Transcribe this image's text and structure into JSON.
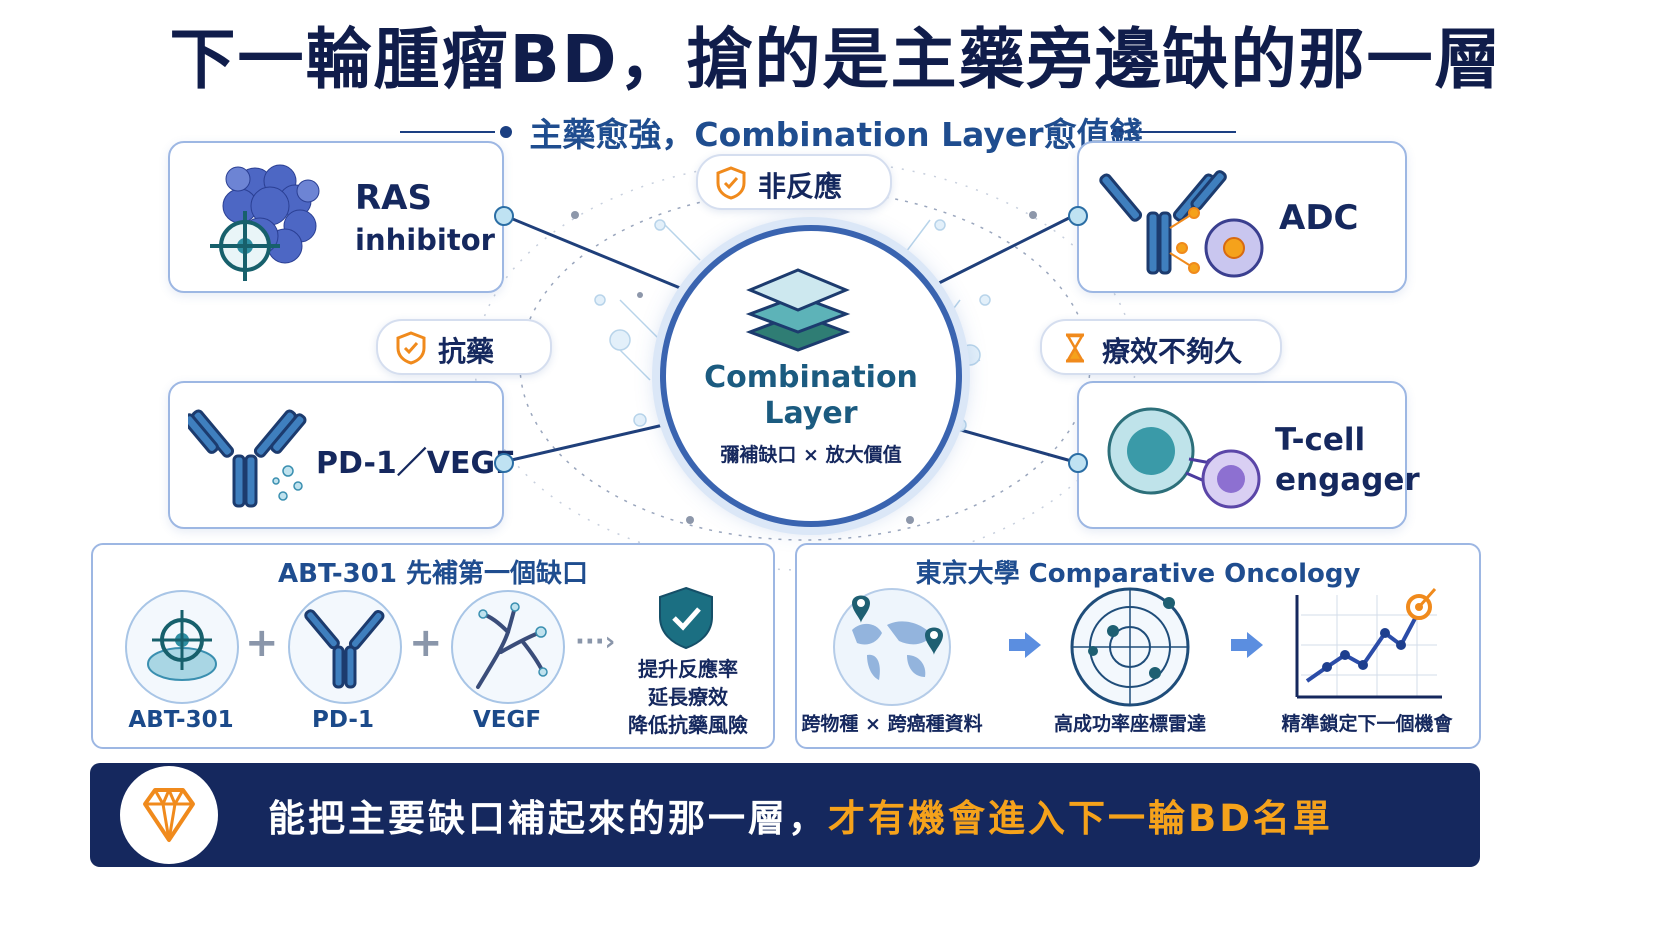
{
  "title": "下一輪腫瘤BD，搶的是主藥旁邊缺的那一層",
  "subtitle": "主藥愈強，Combination Layer愈值錢",
  "colors": {
    "navy": "#15285e",
    "accent_orange": "#f5a21b",
    "teal": "#1b5b80",
    "blue": "#3a64b0"
  },
  "center": {
    "title_line1": "Combination",
    "title_line2": "Layer",
    "subtitle": "彌補缺口 × 放大價值"
  },
  "cards": {
    "ras": {
      "line1": "RAS",
      "line2": "inhibitor",
      "icon": "protein-target-icon"
    },
    "adc": {
      "label": "ADC",
      "icon": "antibody-drug-conjugate-icon"
    },
    "pd1_vegf": {
      "label": "PD-1／VEGF",
      "icon": "antibody-icon"
    },
    "tcell": {
      "line1": "T-cell",
      "line2": "engager",
      "icon": "cell-engager-icon"
    }
  },
  "pills": {
    "non_response": {
      "label": "非反應",
      "icon": "shield-check-icon"
    },
    "resistance": {
      "label": "抗藥",
      "icon": "shield-check-icon"
    },
    "durability": {
      "label": "療效不夠久",
      "icon": "hourglass-icon"
    }
  },
  "abt_panel": {
    "title": "ABT-301 先補第一個缺口",
    "items": [
      {
        "label": "ABT-301",
        "icon": "target-icon"
      },
      {
        "label": "PD-1",
        "icon": "antibody-icon"
      },
      {
        "label": "VEGF",
        "icon": "vessel-icon"
      }
    ],
    "outcome": [
      "提升反應率",
      "延長療效",
      "降低抗藥風險"
    ],
    "outcome_icon": "shield-check-icon"
  },
  "tokyo_panel": {
    "title": "東京大學 Comparative Oncology",
    "steps": [
      {
        "label": "跨物種 × 跨癌種資料",
        "icon": "globe-pin-icon"
      },
      {
        "label": "高成功率座標雷達",
        "icon": "radar-icon"
      },
      {
        "label": "精準鎖定下一個機會",
        "icon": "growth-chart-icon"
      }
    ]
  },
  "footer": {
    "text_main": "能把主要缺口補起來的那一層，",
    "text_highlight": "才有機會進入下一輪BD名單",
    "icon": "diamond-icon"
  }
}
